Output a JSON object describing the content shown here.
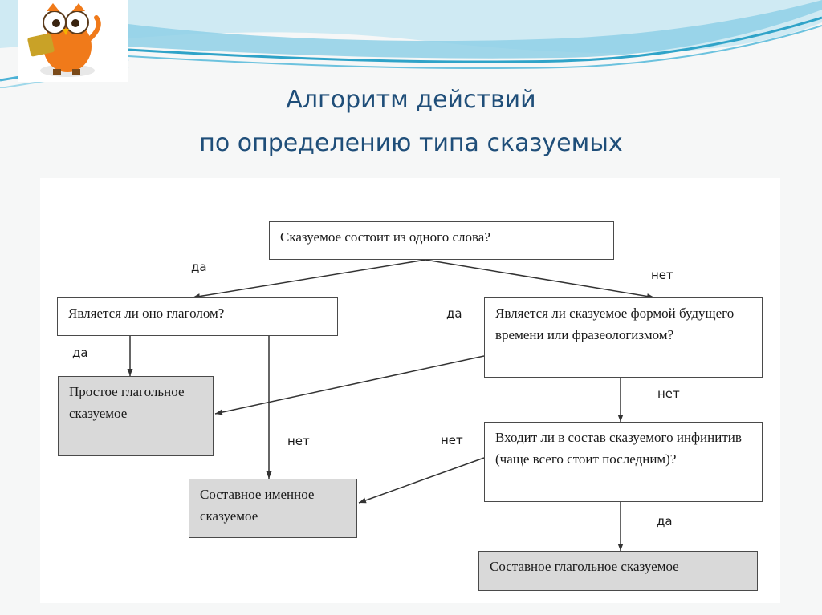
{
  "title": {
    "line1": "Алгоритм действий",
    "line2": "по определению типа сказуемых"
  },
  "logo": {
    "icon": "owl-reading-book-icon"
  },
  "flowchart": {
    "q1": "Сказуемое состоит из одного слова?",
    "q2": "Является ли оно глаголом?",
    "q3": "Является ли сказуемое  формой будущего времени или фразеологизмом?",
    "q4": "Входит ли в состав сказуемого инфинитив (чаще всего стоит последним)?",
    "r_simple": "Простое глагольное сказуемое",
    "r_nominal": "Составное именное сказуемое",
    "r_verbal": "Составное глагольное сказуемое",
    "labels": {
      "yes_q1": "да",
      "no_q1": "нет",
      "yes_q2": "да",
      "no_q2": "нет",
      "yes_q3": "да",
      "no_q3": "нет",
      "no_q4": "нет",
      "yes_q4": "да"
    }
  }
}
